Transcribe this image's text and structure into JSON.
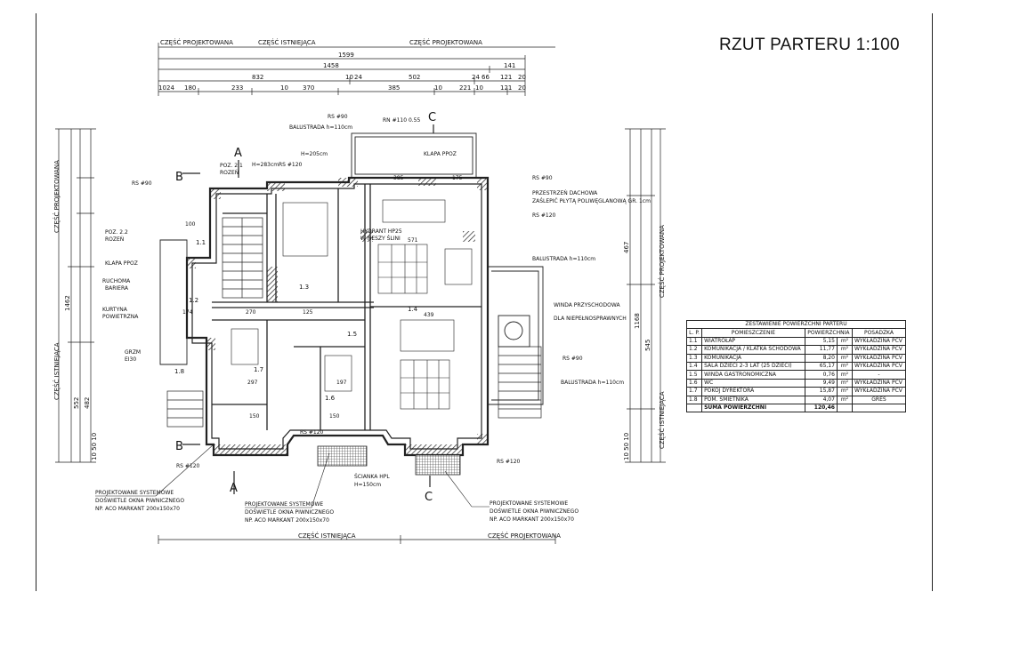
{
  "title": "RZUT PARTERU   1:100",
  "top_labels": {
    "czesc_projektowana_1": "CZĘŚĆ PROJEKTOWANA",
    "czesc_istniejaca": "CZĘŚĆ ISTNIEJĄCA",
    "czesc_projektowana_2": "CZĘŚĆ PROJEKTOWANA"
  },
  "top_dims": {
    "d1599": "1599",
    "d1458": "1458",
    "d141": "141",
    "d832": "832",
    "d10a": "10",
    "d24a": "24",
    "d502": "502",
    "d24b": "24",
    "d66": "66",
    "d121a": "121",
    "d20a": "20",
    "row3": [
      "10",
      "24",
      "180",
      "233",
      "10",
      "370",
      "385",
      "10",
      "221",
      "10",
      "121",
      "20"
    ]
  },
  "left_labels": {
    "czesc_projektowana": "CZĘŚĆ PROJEKTOWANA",
    "czesc_istniejaca": "CZĘŚĆ ISTNIEJĄCA",
    "d1462": "1462",
    "d552": "552",
    "d482": "482",
    "d10_50_10": "10 50 10"
  },
  "right_labels": {
    "czesc_projektowana": "CZĘŚĆ PROJEKTOWANA",
    "czesc_istniejaca": "CZĘŚĆ ISTNIEJĄCA",
    "d1168": "1168",
    "d545": "545",
    "d467": "467",
    "d10_50_10": "10 50 10"
  },
  "bottom_labels": {
    "czesc_istniejaca": "CZĘŚĆ ISTNIEJĄCA",
    "czesc_projektowana": "CZĘŚĆ PROJEKTOWANA"
  },
  "section_marks": [
    "A",
    "A",
    "B",
    "B",
    "C",
    "C"
  ],
  "annotations": {
    "rs90_top": "RS #90",
    "balustrada_top": "BALUSTRADA h=110cm",
    "rn": "RN #110 0.55",
    "poz21": "POZ. 2.1",
    "rozen1": "ROZEŃ",
    "h283": "H=283cm",
    "rs120a": "RS #120",
    "h205": "H=205cm",
    "klapa_ppoz_top": "KLAPA PPOZ",
    "rs90_left": "RS #90",
    "poz22": "POZ. 2.2",
    "rozen2": "ROZEŃ",
    "klapa_ppoz": "KLAPA PPOZ",
    "ruchoma": "RUCHOMA",
    "bariera": "BARIERA",
    "kurtyna": "KURTYNA",
    "powietrzna": "POWIETRZNA",
    "grzm": "GRZM",
    "e130": "EI30",
    "przestrzen": "PRZESTRZEŃ DACHOWA",
    "zaslepic": "ZAŚLEPIĆ PŁYTĄ POLIWĘGLANOWĄ GR. 1cm",
    "rs120b": "RS #120",
    "rs90_right": "RS #90",
    "balustrada_right": "BALUSTRADA h=110cm",
    "winda": "WINDA PRZYSCHODOWA",
    "winda2": "DLA NIEPEŁNOSPRAWNYCH",
    "rs90_right2": "RS #90",
    "balustrada_right2": "BALUSTRADA h=110cm",
    "hydrant": "HYDRANT HP25",
    "wnesze": "W NESZY ŚLINI",
    "rs120_bl": "RS #120",
    "rs120_bm": "RS #120",
    "rs120_br": "RS #120",
    "scianka": "ŚCIANKA HPL",
    "h150": "H=150cm",
    "proj1_a": "PROJEKTOWANE SYSTEMOWE",
    "proj1_b": "DOŚWIETLE OKNA PIWNICZNEGO",
    "proj1_c": "NP. ACO MARKANT 200x150x70",
    "proj2_a": "PROJEKTOWANE SYSTEMOWE",
    "proj2_b": "DOŚWIETLE OKNA PIWNICZNEGO",
    "proj2_c": "NP. ACO MARKANT 200x150x70",
    "proj3_a": "PROJEKTOWANE SYSTEMOWE",
    "proj3_b": "DOŚWIETLE OKNA PIWNICZNEGO",
    "proj3_c": "NP. ACO MARKANT 200x150x70"
  },
  "room_labels": [
    "1.1",
    "1.2",
    "1.3",
    "1.4",
    "1.5",
    "1.6",
    "1.7",
    "1.8"
  ],
  "room_dims": [
    "571",
    "439",
    "270",
    "297",
    "197",
    "150",
    "150",
    "174",
    "125",
    "100",
    "385",
    "175"
  ],
  "area_table": {
    "caption": "ZESTAWIENIE POWIERZCHNI PARTERU",
    "headers": [
      "L. P.",
      "POMIESZCZENIE",
      "POWIERZCHNIA",
      "POSADZKA"
    ],
    "rows": [
      {
        "lp": "1.1",
        "name": "WIATROŁAP",
        "area": "5,15",
        "unit": "m²",
        "floor": "WYKŁADZINA PCV"
      },
      {
        "lp": "1.2",
        "name": "KOMUNIKACJA / KLATKA SCHODOWA",
        "area": "11,77",
        "unit": "m²",
        "floor": "WYKŁADZINA PCV"
      },
      {
        "lp": "1.3",
        "name": "KOMUNIKACJA",
        "area": "8,20",
        "unit": "m²",
        "floor": "WYKŁADZINA PCV"
      },
      {
        "lp": "1.4",
        "name": "SALA DZIECI 2-3 LAT (25 DZIECI)",
        "area": "65,17",
        "unit": "m²",
        "floor": "WYKŁADZINA PCV"
      },
      {
        "lp": "1.5",
        "name": "WINDA GASTRONOMICZNA",
        "area": "0,76",
        "unit": "m²",
        "floor": "-"
      },
      {
        "lp": "1.6",
        "name": "WC",
        "area": "9,49",
        "unit": "m²",
        "floor": "WYKŁADZINA PCV"
      },
      {
        "lp": "1.7",
        "name": "POKÓJ DYREKTORA",
        "area": "15,87",
        "unit": "m²",
        "floor": "WYKŁADZINA PCV"
      },
      {
        "lp": "1.8",
        "name": "POM. ŚMIETNIKA",
        "area": "4,07",
        "unit": "m²",
        "floor": "GRES"
      }
    ],
    "total_label": "SUMA POWIERZCHNI",
    "total_area": "120,46"
  }
}
